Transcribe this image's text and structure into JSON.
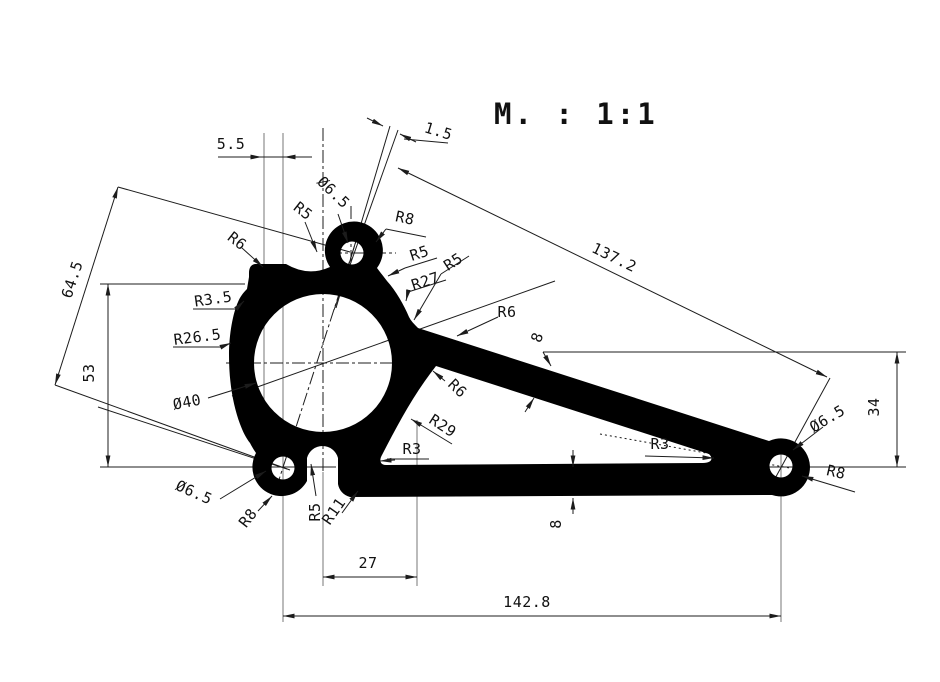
{
  "title": {
    "scale_label": "M. : 1:1"
  },
  "labels": {
    "dim_5_5": "5.5",
    "dim_1_5": "1.5",
    "dim_137_2": "137.2",
    "dim_64_5": "64.5",
    "dim_53": "53",
    "dim_34": "34",
    "dim_142_8": "142.8",
    "dim_27": "27",
    "dim_8_arm": "8",
    "dim_8_bar": "8",
    "dia_6_5_top": "Ø6.5",
    "dia_6_5_bottom_left": "Ø6.5",
    "dia_6_5_tip": "Ø6.5",
    "dia_40": "Ø40",
    "r6_top_left": "R6",
    "r5_top_left": "R5",
    "r8_top": "R8",
    "r5_right_upper": "R5",
    "r27": "R27",
    "r5_right_lower": "R5",
    "r3_5": "R3.5",
    "r26_5": "R26.5",
    "r6_arm_upper": "R6",
    "r6_arm_lower": "R6",
    "r29": "R29",
    "r3_left": "R3",
    "r3_right": "R3",
    "r5_slot": "R5",
    "r11": "R11",
    "r8_bottom_left": "R8",
    "r8_tip": "R8"
  }
}
